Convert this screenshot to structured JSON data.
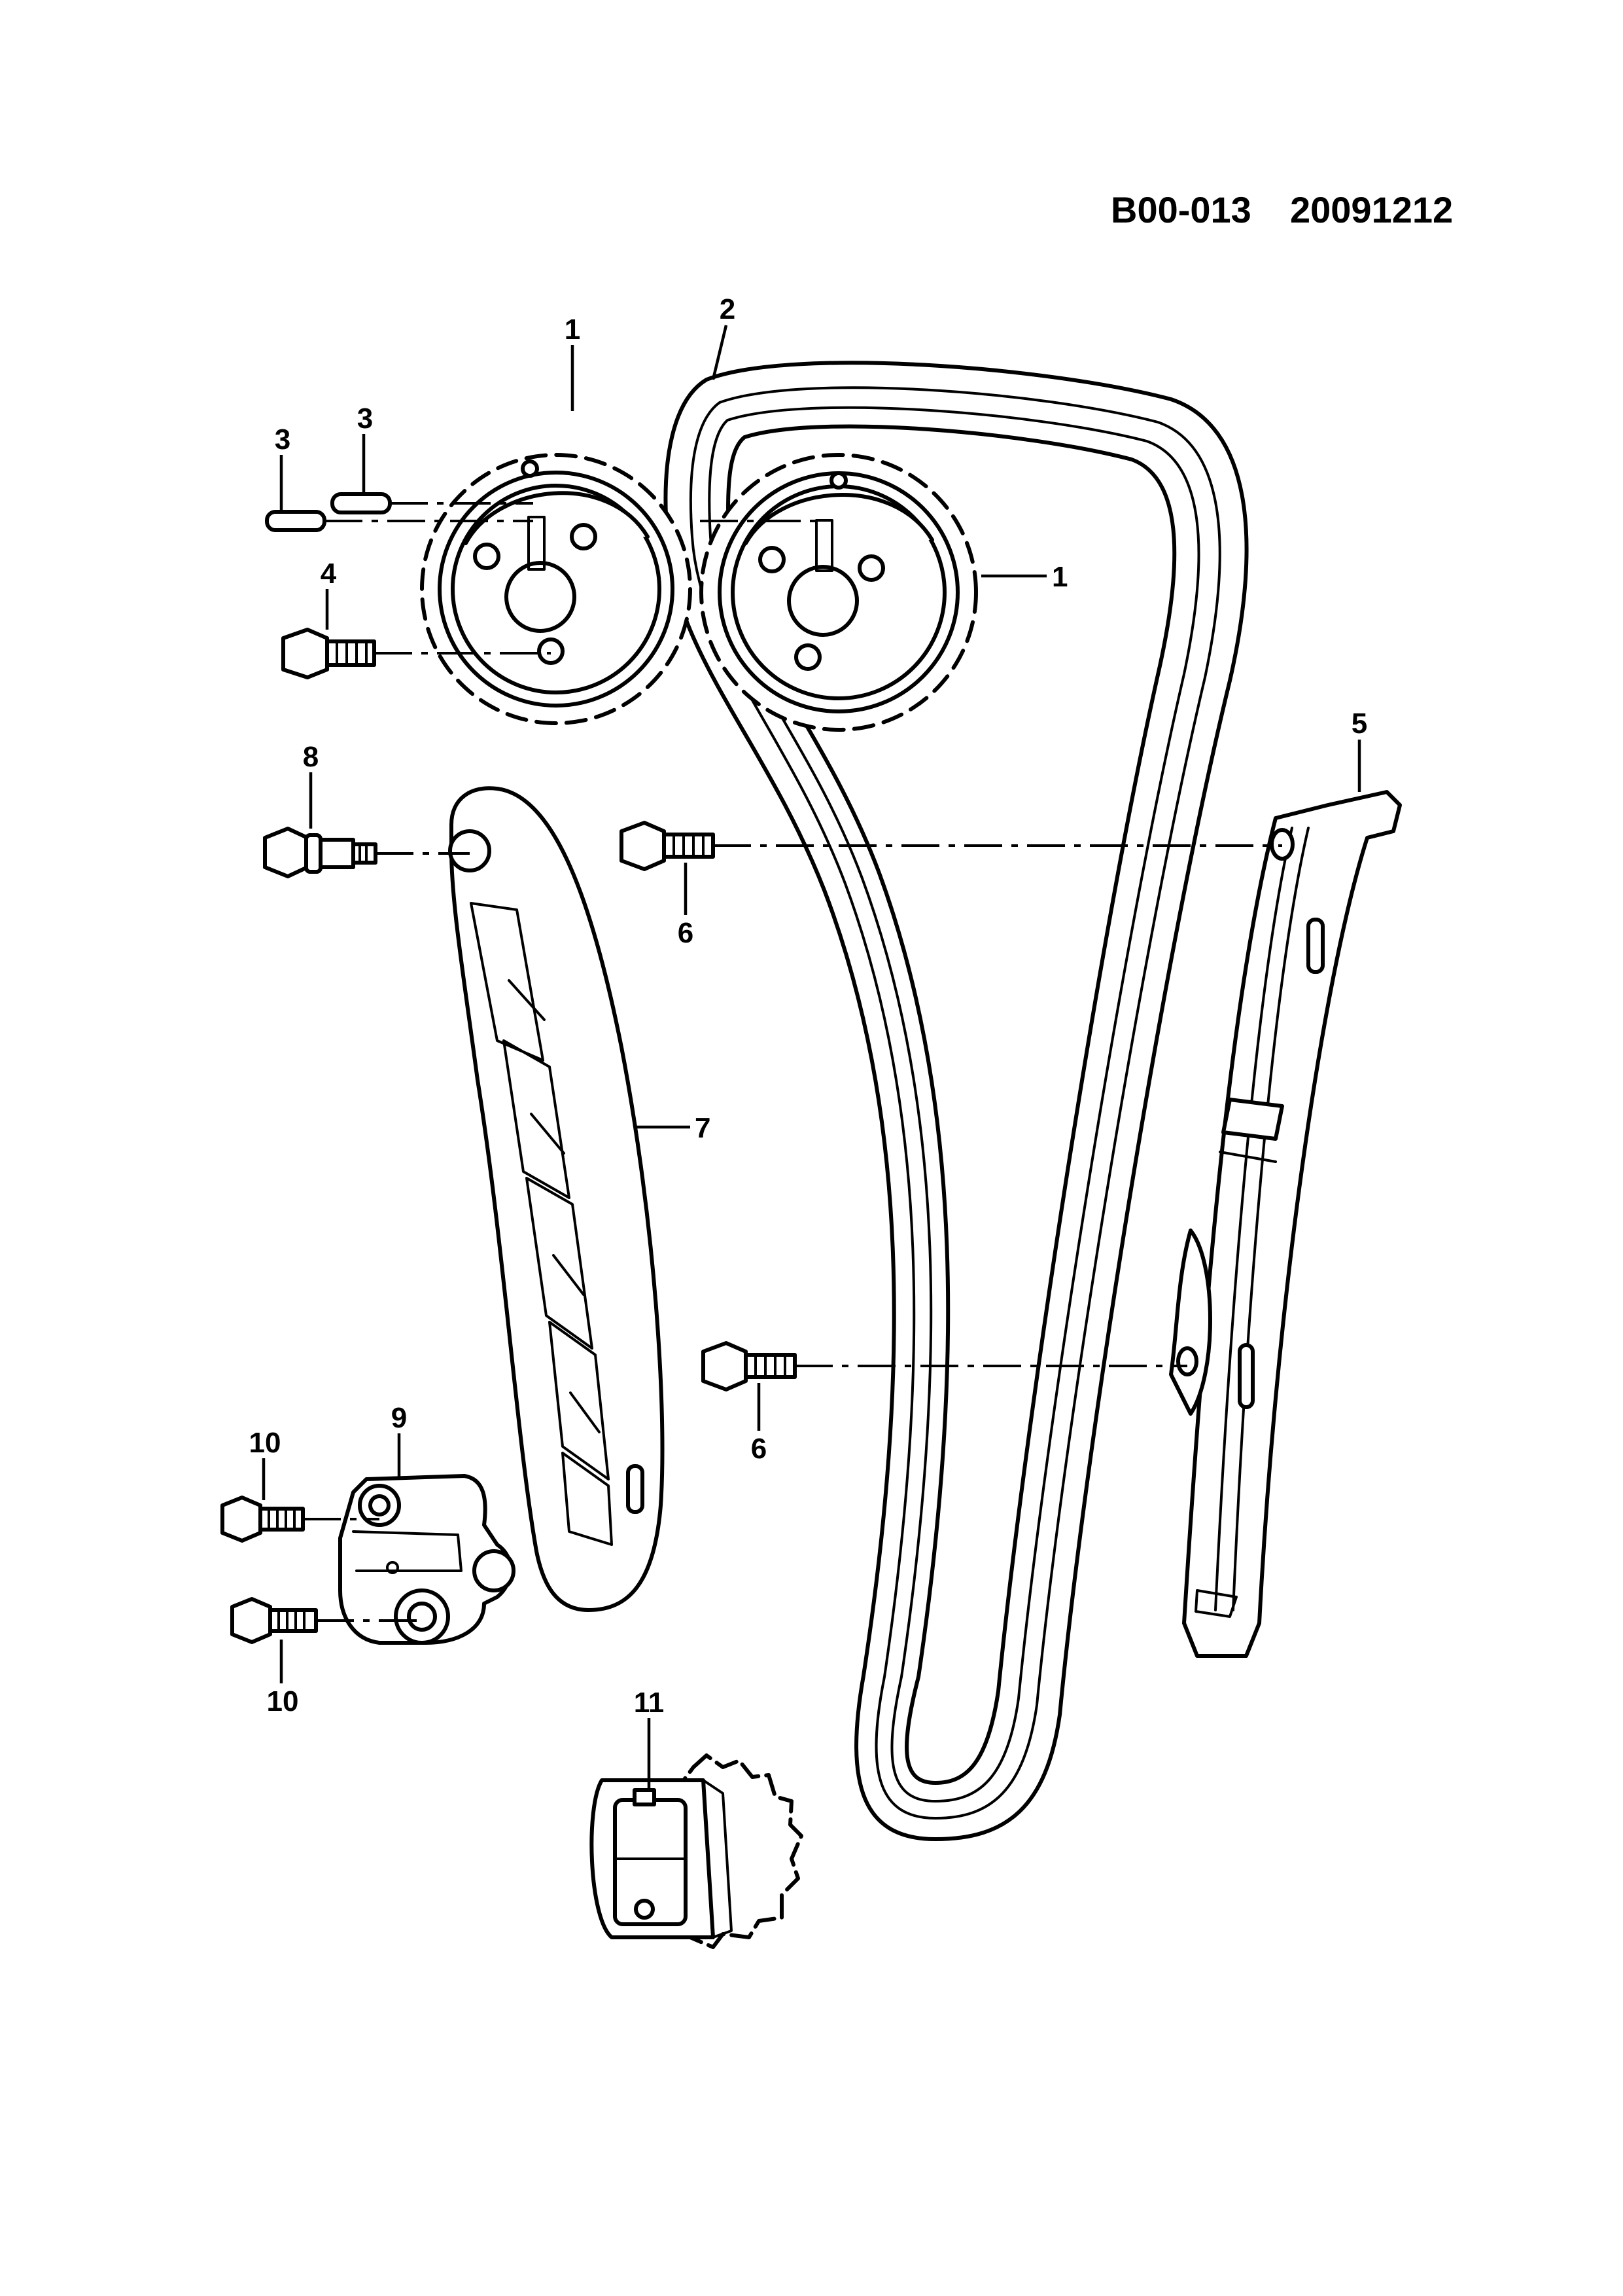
{
  "document": {
    "code": "B00-013",
    "date": "20091212"
  },
  "callouts": {
    "c1_left": "1",
    "c1_right": "1",
    "c2": "2",
    "c3_left": "3",
    "c3_right": "3",
    "c4": "4",
    "c5": "5",
    "c6_top": "6",
    "c6_bottom": "6",
    "c7": "7",
    "c8": "8",
    "c9": "9",
    "c10_top": "10",
    "c10_bottom": "10",
    "c11": "11"
  }
}
